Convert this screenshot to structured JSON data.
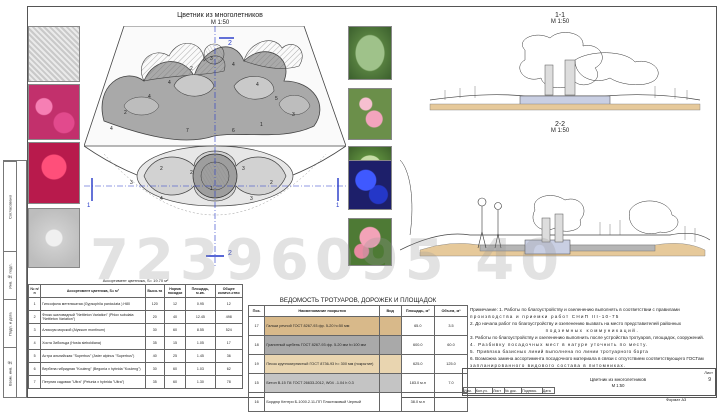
{
  "sidebar": {
    "label_top": "Согласовано",
    "label_cells": [
      "Инв. № подл.",
      "Подп. и дата",
      "Взам. инв. №"
    ]
  },
  "plan": {
    "title": "Цветник из многолетников",
    "scale": "М 1:50",
    "axis_a": "1",
    "axis_b": "2",
    "axis_left": "1",
    "axis_right": "1",
    "axis_bottom": "2",
    "axis_top": "2",
    "dim_top": "3,6",
    "numbers_upper": [
      "2",
      "4",
      "4",
      "2",
      "3",
      "4",
      "4",
      "5",
      "3",
      "4",
      "7",
      "6",
      "1",
      "5",
      "6",
      "7",
      "6",
      "1",
      "4"
    ],
    "numbers_lower": [
      "3",
      "2",
      "2",
      "3",
      "2",
      "4",
      "3",
      "4",
      "3",
      "1"
    ]
  },
  "section1": {
    "title": "1-1",
    "scale": "М 1:50"
  },
  "section2": {
    "title": "2-2",
    "scale": "М 1:50"
  },
  "assort": {
    "caption": "Ассортимент цветника, S= 19.70 м²",
    "headers": [
      "№ п/п",
      "Ассортимент цветника, S= м²",
      "Высо-та",
      "Норма посадки",
      "Площадь, м.кв.",
      "Общее количе-ство"
    ],
    "rows": [
      [
        "1",
        "Гипсофила метельчатая (Gypsophila paniculata ) Н80",
        "120",
        "12",
        "0.95",
        "12"
      ],
      [
        "2",
        "Флокс шиловидный \"Nettleton Variation\" (Phlox subulata \"Nettleton Variation\")",
        "20",
        "40",
        "12.45",
        "498"
      ],
      [
        "3",
        "Алиссум морской (Alyssum montinum)",
        "30",
        "60",
        "8.55",
        "524"
      ],
      [
        "4",
        "Хоста Зибольда (Hosta sieboldiana)",
        "35",
        "15",
        "1.05",
        "17"
      ],
      [
        "5",
        "Астра альпийская \"Superbus\" (Aster alpinus \"Superbus\")",
        "40",
        "25",
        "1.45",
        "36"
      ],
      [
        "6",
        "Вербена гибридная \"Kouleng\" (Begonia x hybrida \"Kouleng\")",
        "30",
        "60",
        "1.03",
        "62"
      ],
      [
        "7",
        "Петуния садовая \"Ultra\" (Petunia x hybrida \"Ultra\")",
        "35",
        "60",
        "1.30",
        "78"
      ]
    ]
  },
  "paving": {
    "title": "ВЕДОМОСТЬ ТРОТУАРОВ, ДОРОЖЕК И ПЛОЩАДОК",
    "headers": [
      "Поз.",
      "Наименование покрытия",
      "Вид",
      "Площадь, м²",
      "Объем, м³"
    ],
    "rows": [
      [
        "17",
        "Гальки речной ГОСТ 8267-93 фр. 5-20 h=50 мм",
        "",
        "65.0",
        "3.5"
      ],
      [
        "18",
        "Гранитный щебень ГОСТ 8267-93 фр. 5-20 мм h=100 мм",
        "",
        "600.0",
        "60.0"
      ],
      [
        "19",
        "Песок крупнозернистый ГОСТ 8736-93 h= 300 мм (покрытие)",
        "",
        "625.0",
        "125.0"
      ],
      [
        "15",
        "Бетон В-15 П4 ГОСТ 26633-2012, W04 ..1.04 h 0.3",
        "",
        "183.0 м.п",
        "7.0"
      ],
      [
        "16",
        "Бордюр Кентри Б-1000.2.11-ПП Пластиковый Черный",
        "",
        "38.0 м.п",
        ""
      ]
    ]
  },
  "notes": [
    "Примечание: 1. Работы по благоустройству и озеленению выполнять в соответствии с правилами",
    "производства и приемки работ СНиП III-10-75",
    "2. До начала работ по благоустройству и озеленению вызвать на место представителей районных",
    "подземных коммуникаций.",
    "3. Работы по благоустройству и озеленению выполнить после устройства тротуаров, площадок, сооружений.",
    "4. Разбивку посадочных мест в натуре уточнить по месту.",
    "5. Привязка базисных линий выполнена по линии тротуарного борта",
    "6. Возможна замена ассортимента посадочного материала в связи с отсутствием соответствующего ГОСТам",
    "запланированного видового состава в питомниках."
  ],
  "stamp": {
    "title": "Цветник из многолетников",
    "scale": "М 1:50",
    "sheet_label": "Лист",
    "sheet_no": "9",
    "format": "Формат А3",
    "cols": [
      "Изм.",
      "Кол.уч.",
      "Лист",
      "№ док.",
      "Подпись",
      "Дата"
    ]
  },
  "watermark": "72396095 40",
  "colors": {
    "line": "#444444",
    "planting_dark": "#9a9a9a",
    "planting_light": "#c9c9c9",
    "paving_sand": "#e6c99a",
    "paving_gray": "#b5b5b5",
    "paving_blue": "#c9cfe3",
    "dim_blue": "#2236c8"
  }
}
